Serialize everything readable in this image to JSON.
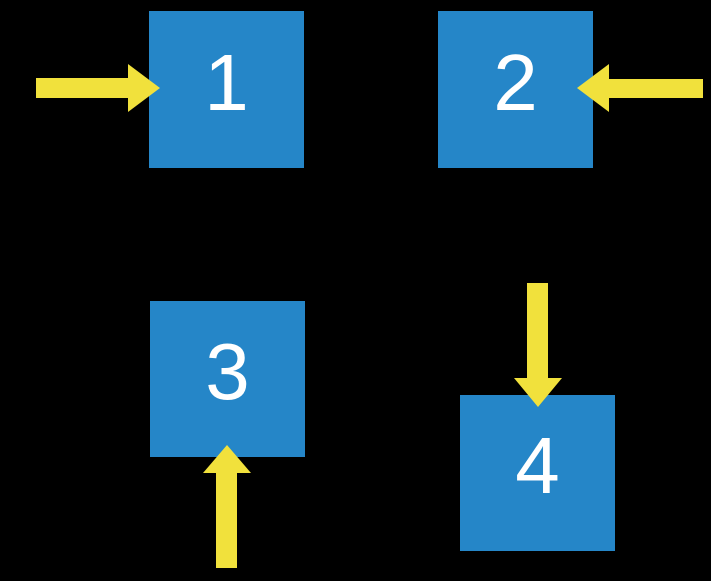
{
  "colors": {
    "background": "#000000",
    "square": "#2586C8",
    "arrow": "#F1E13C",
    "label": "#FFFFFF"
  },
  "squares": [
    {
      "label": "1",
      "arrow_direction": "right",
      "arrow_enters_from": "left"
    },
    {
      "label": "2",
      "arrow_direction": "left",
      "arrow_enters_from": "right"
    },
    {
      "label": "3",
      "arrow_direction": "up",
      "arrow_enters_from": "bottom"
    },
    {
      "label": "4",
      "arrow_direction": "down",
      "arrow_enters_from": "top"
    }
  ]
}
